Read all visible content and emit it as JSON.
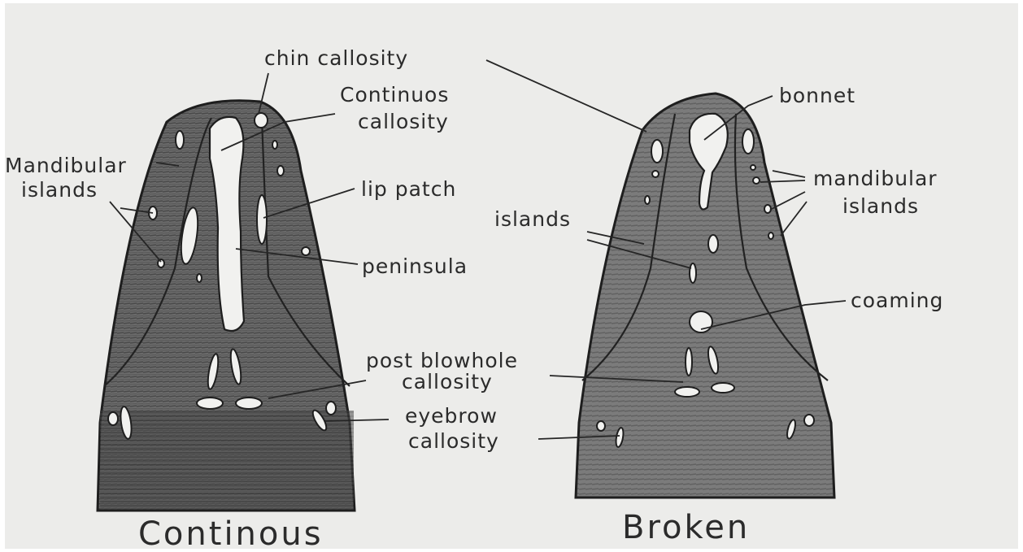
{
  "diagram": {
    "labels": {
      "chin_callosity": "chin callosity",
      "continuous_callosity": [
        "Continuos",
        "callosity"
      ],
      "mandibular_islands_left": [
        "Mandibular",
        "islands"
      ],
      "lip_patch": "lip patch",
      "peninsula": "peninsula",
      "post_blowhole_callosity": [
        "post blowhole",
        "callosity"
      ],
      "eyebrow_callosity": [
        "eyebrow",
        "callosity"
      ],
      "bonnet": "bonnet",
      "mandibular_islands_right": [
        "mandibular",
        "islands"
      ],
      "islands": "islands",
      "coaming": "coaming"
    },
    "captions": {
      "left": "Continous",
      "right": "Broken"
    }
  }
}
